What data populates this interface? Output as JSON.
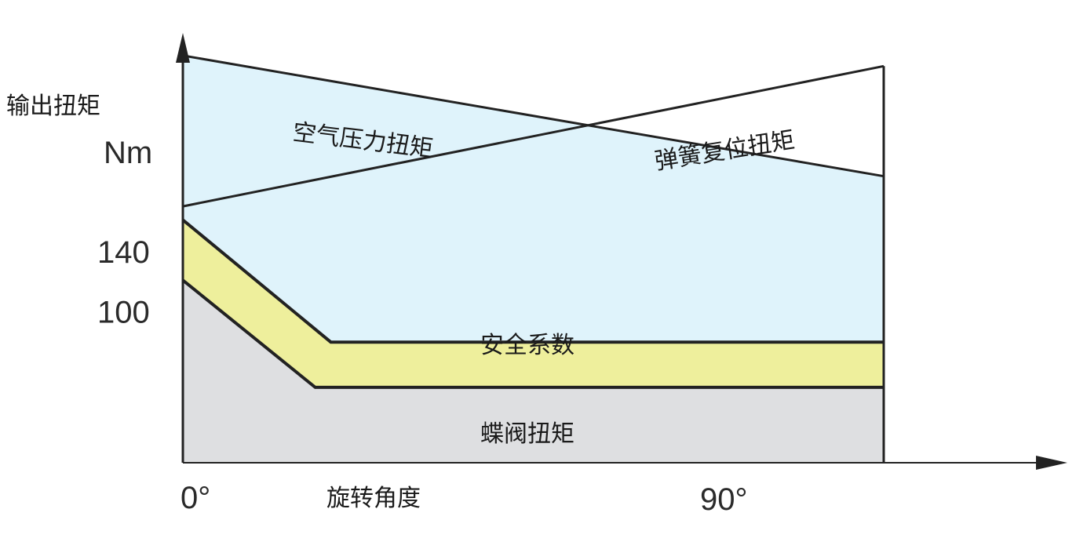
{
  "chart_data": {
    "type": "area",
    "y_axis_label": "输出扭矩",
    "y_unit": "Nm",
    "x_axis_label": "旋转角度",
    "x_ticks": [
      "0°",
      "90°"
    ],
    "y_ticks": [
      {
        "value": 140,
        "label": "140"
      },
      {
        "value": 100,
        "label": "100"
      }
    ],
    "ylim": [
      0,
      285
    ],
    "x": [
      0,
      90
    ],
    "series": [
      {
        "name": "空气压力扭矩",
        "points": [
          [
            0,
            270
          ],
          [
            90,
            190
          ]
        ]
      },
      {
        "name": "弹簧复位扭矩",
        "points": [
          [
            0,
            170
          ],
          [
            90,
            263
          ]
        ]
      },
      {
        "name": "安全系数",
        "points": [
          [
            0,
            161
          ],
          [
            19,
            80
          ],
          [
            90,
            80
          ]
        ]
      },
      {
        "name": "蝶阀扭矩",
        "points": [
          [
            0,
            121
          ],
          [
            17,
            50
          ],
          [
            90,
            50
          ]
        ]
      }
    ],
    "colors": {
      "air_area": "#dff3fb",
      "safety_band": "#eeef9c",
      "valve_area": "#dedfe1",
      "line": "#222222"
    }
  }
}
